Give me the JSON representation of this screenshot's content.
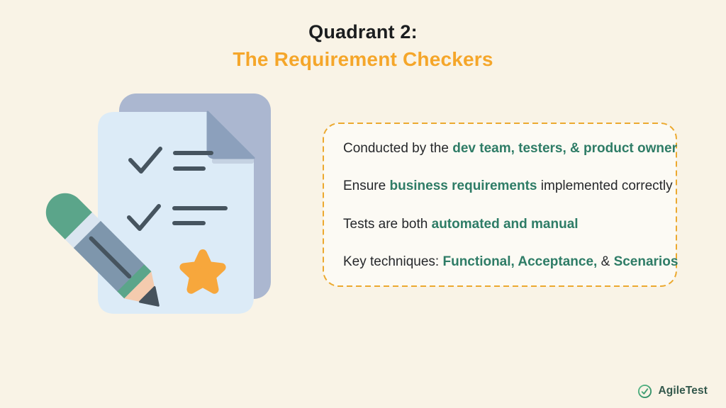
{
  "title": {
    "line1": "Quadrant 2:",
    "line2": "The Requirement Checkers"
  },
  "info_box": {
    "lines": [
      {
        "segments": [
          {
            "text": "Conducted by the ",
            "emphasis": false
          },
          {
            "text": "dev team, testers, & product owner",
            "emphasis": true
          }
        ]
      },
      {
        "segments": [
          {
            "text": "Ensure ",
            "emphasis": false
          },
          {
            "text": "business requirements",
            "emphasis": true
          },
          {
            "text": " implemented correctly",
            "emphasis": false
          }
        ]
      },
      {
        "segments": [
          {
            "text": "Tests are both ",
            "emphasis": false
          },
          {
            "text": "automated and manual",
            "emphasis": true
          }
        ]
      },
      {
        "segments": [
          {
            "text": "Key techniques: ",
            "emphasis": false
          },
          {
            "text": "Functional, Acceptance,",
            "emphasis": true
          },
          {
            "text": " & ",
            "emphasis": false
          },
          {
            "text": "Scenarios",
            "emphasis": true
          }
        ]
      }
    ]
  },
  "illustration": {
    "icons": [
      "checklist-document-icon",
      "pencil-icon",
      "star-icon",
      "checkmark-icon"
    ]
  },
  "footer": {
    "brand": "AgileTest",
    "icon": "circle-check-icon"
  },
  "colors": {
    "background_cream": "#F9F3E6",
    "title_dark": "#1B1D1F",
    "accent_orange": "#F5A62A",
    "box_border_orange": "#ECA92F",
    "emphasis_teal": "#2E7C66",
    "brand_green": "#33584C",
    "star_orange": "#F7A73C",
    "page_front_blue": "#DCEBF7",
    "page_back_blue": "#ABB7D0",
    "pencil_teal": "#5BA58A"
  }
}
